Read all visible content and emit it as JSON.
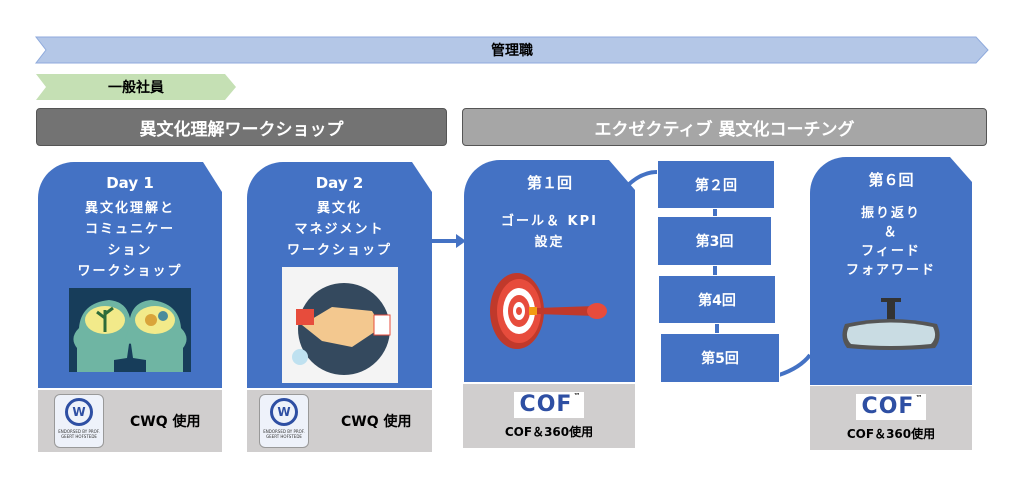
{
  "bands": {
    "manager": "管理職",
    "general": "一般社員"
  },
  "headers": {
    "workshop": "異文化理解ワークショップ",
    "coaching": "エクゼクティブ 異文化コーチング"
  },
  "cards": [
    {
      "title": "Day 1",
      "lines": [
        "異文化理解と",
        "コミュニケー",
        "ション",
        "ワークショップ"
      ],
      "footer": "CWQ 使用",
      "logo_text": "ENDORSED BY PROF. GEERT HOFSTEDE"
    },
    {
      "title": "Day 2",
      "lines": [
        "異文化",
        "マネジメント",
        "ワークショップ"
      ],
      "footer": "CWQ 使用",
      "logo_text": "ENDORSED BY PROF. GEERT HOFSTEDE"
    },
    {
      "title": "第１回",
      "lines": [
        "ゴール＆ KPI",
        "設定"
      ],
      "footer": "COF＆360使用",
      "logo": "COF",
      "tm": "™"
    },
    {
      "title": "第６回",
      "lines": [
        "振り返り",
        "＆",
        "フィード",
        "フォアワード"
      ],
      "footer": "COF＆360使用",
      "logo": "COF",
      "tm": "™"
    }
  ],
  "sessions": [
    "第２回",
    "第3回",
    "第4回",
    "第5回"
  ],
  "colors": {
    "blue": "#4472c4",
    "band_blue": "#b4c7e7",
    "band_green": "#c5e0b4",
    "grey_dark": "#737373",
    "grey_light": "#a6a6a6",
    "footer": "#d0cece"
  }
}
